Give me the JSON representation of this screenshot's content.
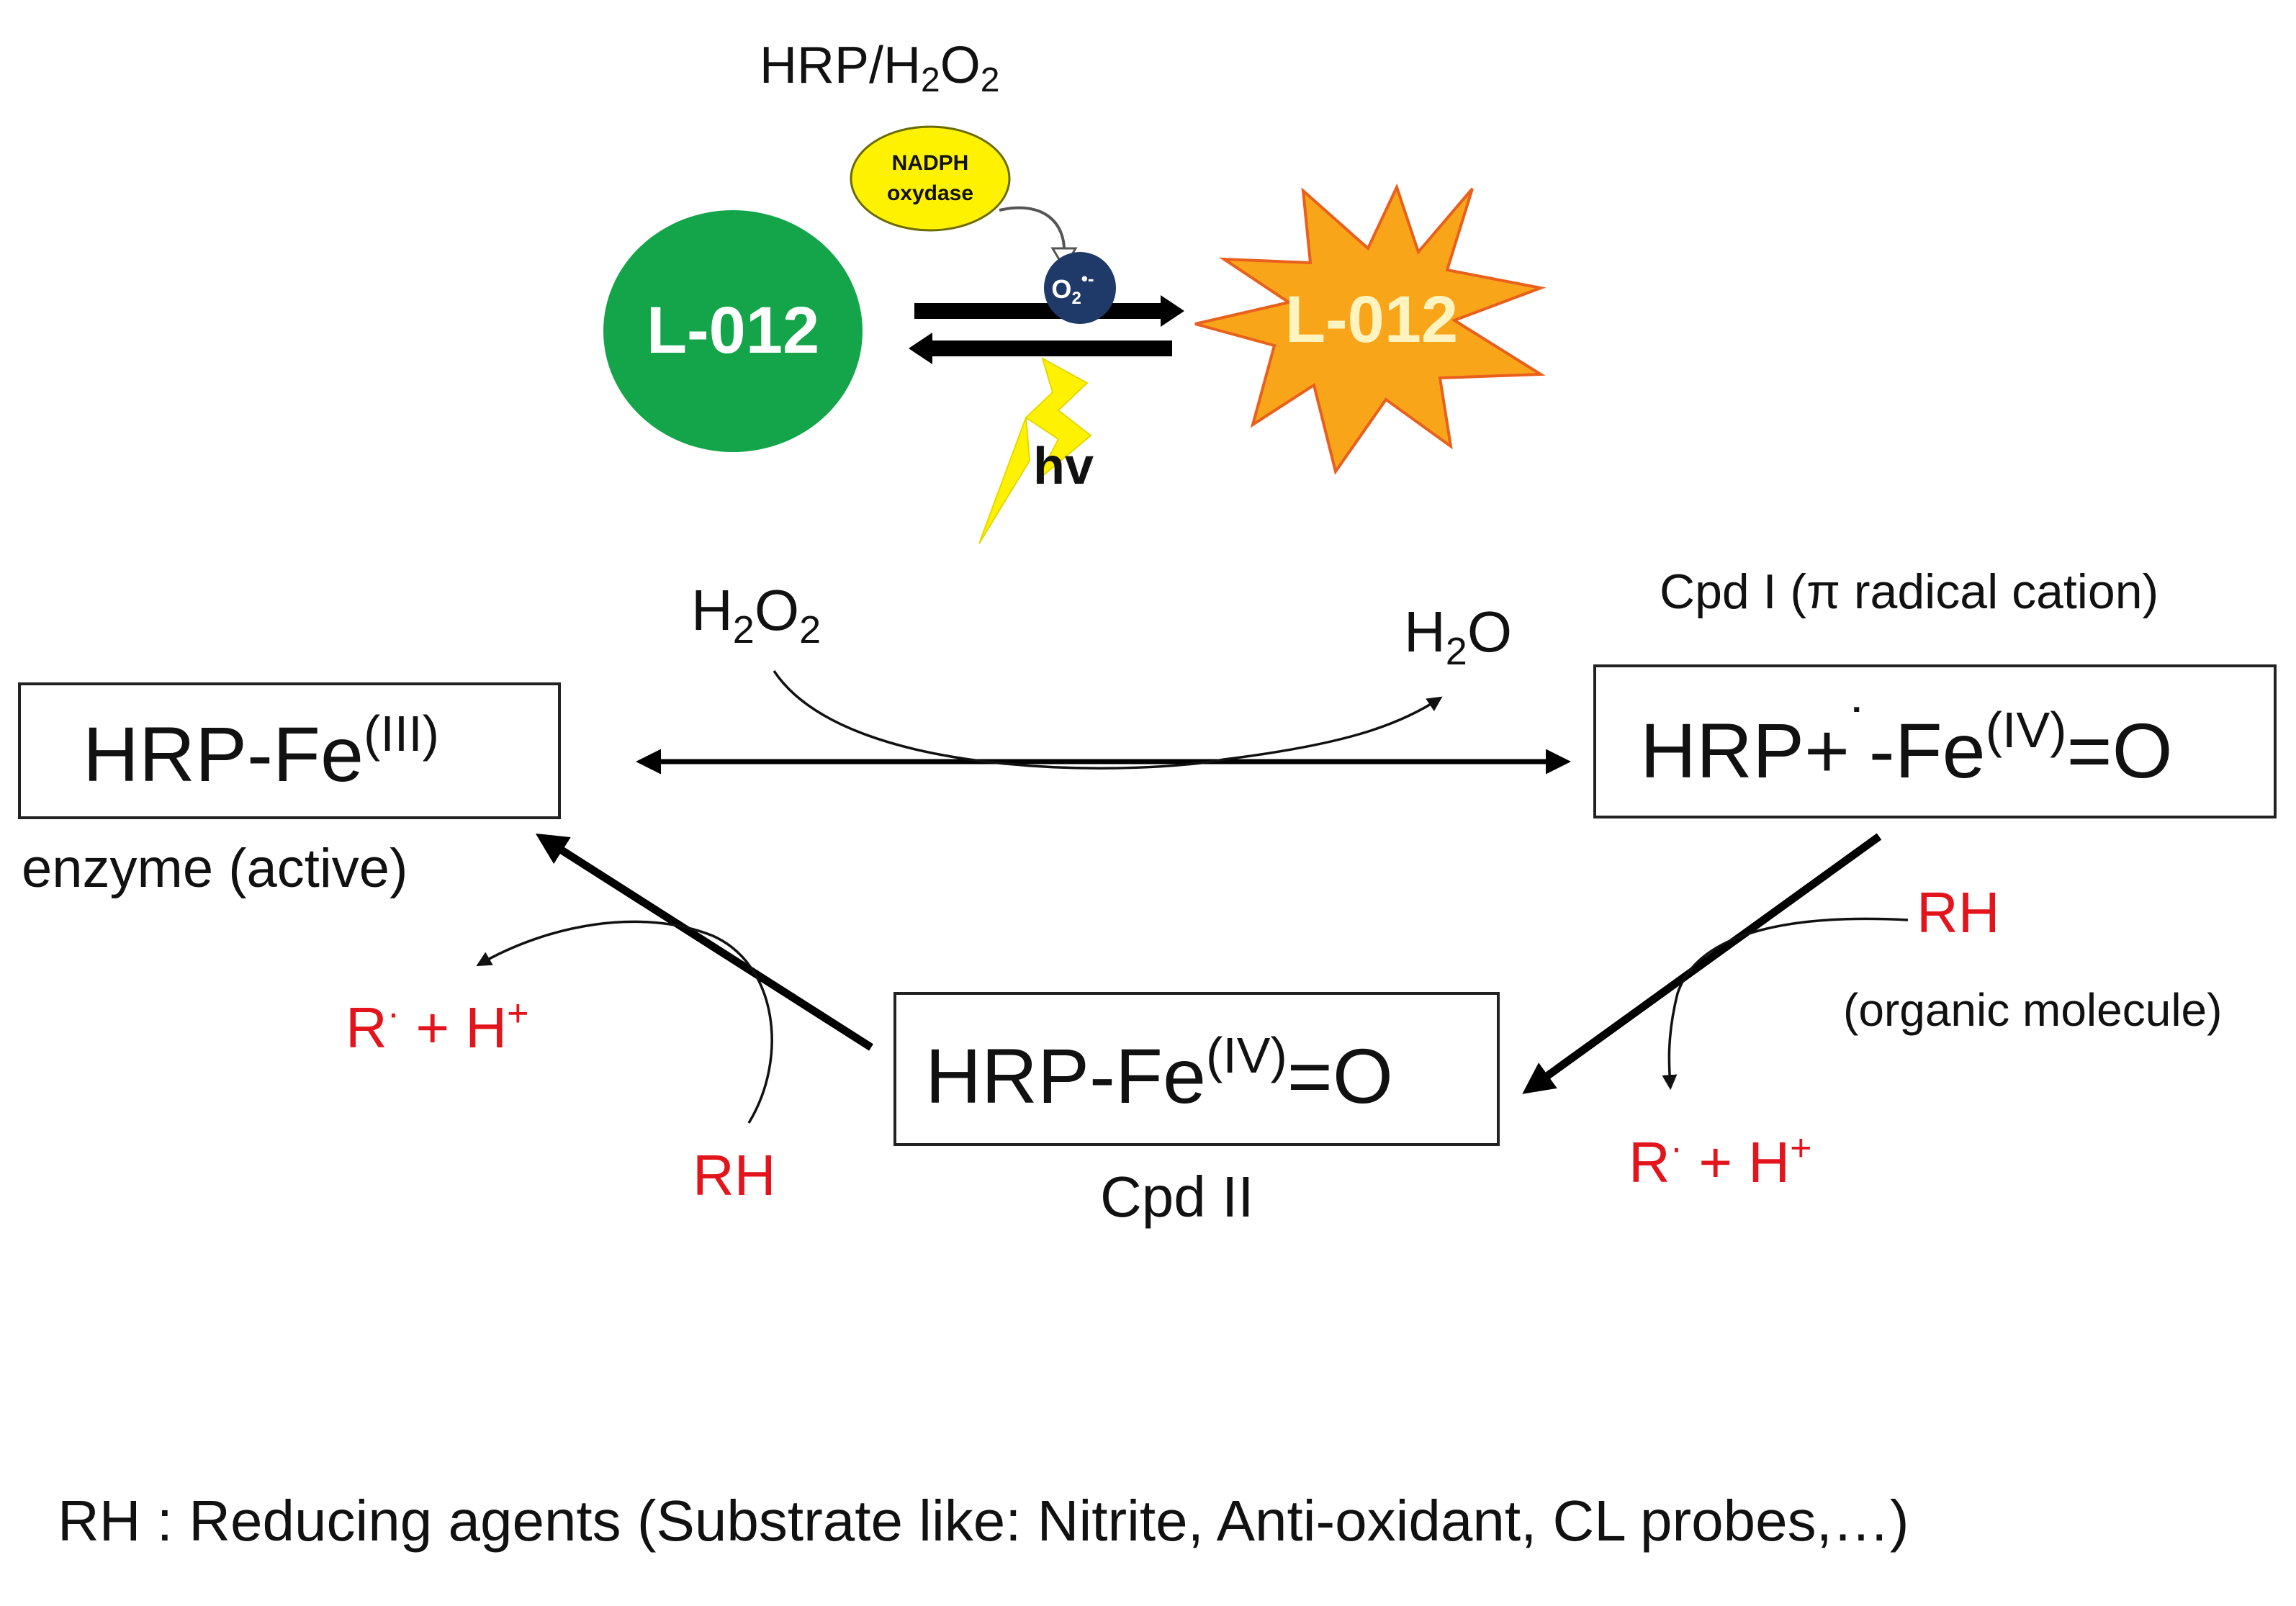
{
  "header": {
    "hrp_h2o2_prefix": "HRP/H",
    "hrp_h2o2_sub1": "2",
    "hrp_h2o2_mid": "O",
    "hrp_h2o2_sub2": "2"
  },
  "probe": {
    "nadph_line1": "NADPH",
    "nadph_line2": "oxydase",
    "superoxide": "O",
    "superoxide_sub": "2",
    "superoxide_sup": "•-",
    "l012_ground": "L-012",
    "l012_excited": "L-012",
    "hv": "hv",
    "colors": {
      "ground": "#14a54a",
      "excited": "#f9a51a",
      "nadph": "#fff200",
      "superoxide": "#1f3a68",
      "lightning": "#fff200"
    }
  },
  "cycle": {
    "h2o2_h": "H",
    "h2o2_sub1": "2",
    "h2o2_o": "O",
    "h2o2_sub2": "2",
    "h2o_h": "H",
    "h2o_sub": "2",
    "h2o_o": "O",
    "cpd1_label": "Cpd I (π radical cation)",
    "fe3": {
      "main": "HRP-Fe",
      "sup": "(III)"
    },
    "enzyme_label": "enzyme (active)",
    "cpd1": {
      "main1": "HRP+",
      "radical": "˙",
      "main2": "-Fe",
      "sup": "(IV)",
      "tail": "=O"
    },
    "cpd2": {
      "main": "HRP-Fe",
      "sup": "(IV)",
      "tail": "=O"
    },
    "cpd2_label": "Cpd II",
    "rh_right": "RH",
    "organic_label": "(organic molecule)",
    "rh_left": "RH",
    "products_left": {
      "r": "R",
      "r_sup": "·",
      "mid": " + H",
      "h_sup": "+"
    },
    "products_right": {
      "r": "R",
      "r_sup": "·",
      "mid": " + H",
      "h_sup": "+"
    }
  },
  "footnote": "RH : Reducing agents (Substrate like: Nitrite, Anti-oxidant, CL probes,…)"
}
